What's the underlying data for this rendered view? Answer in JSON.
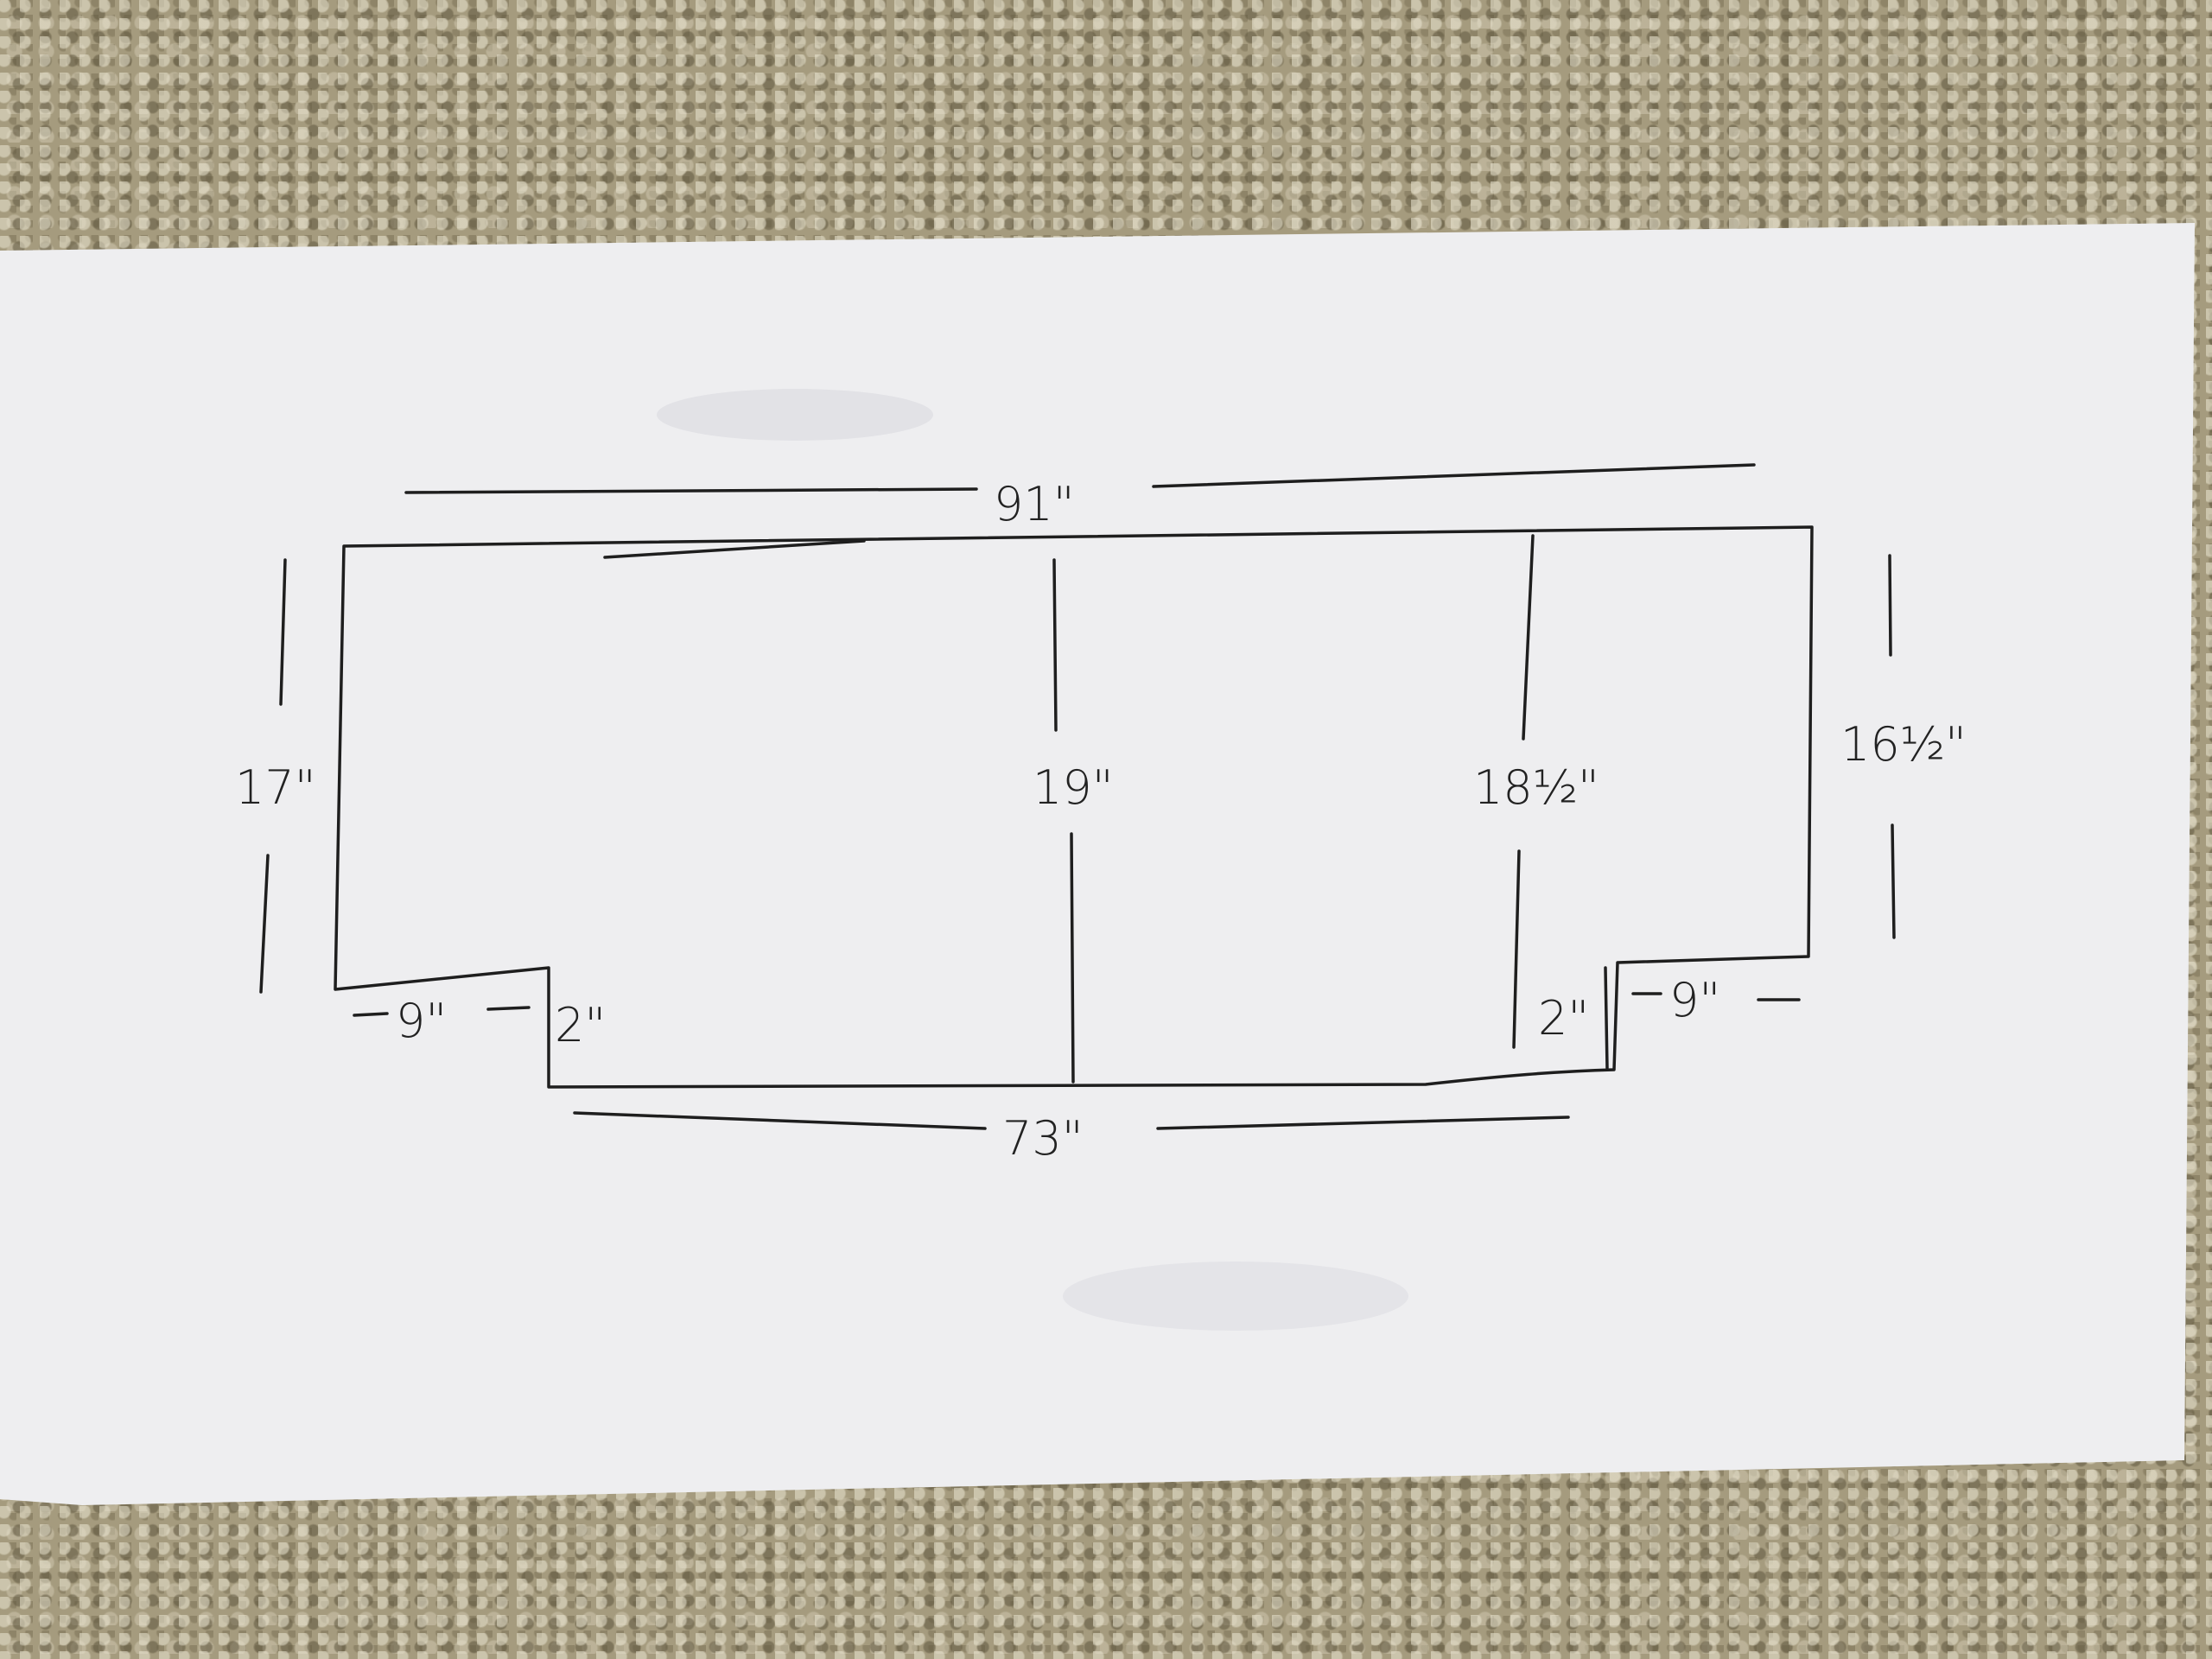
{
  "diagram": {
    "top_width": "91\"",
    "bottom_width": "73\"",
    "left_height": "17\"",
    "right_height": "16½\"",
    "center_height": "19\"",
    "right_inner_height": "18½\"",
    "left_notch_width": "9\"",
    "left_notch_depth": "2\"",
    "right_notch_width": "9\"",
    "right_notch_depth": "2\""
  }
}
